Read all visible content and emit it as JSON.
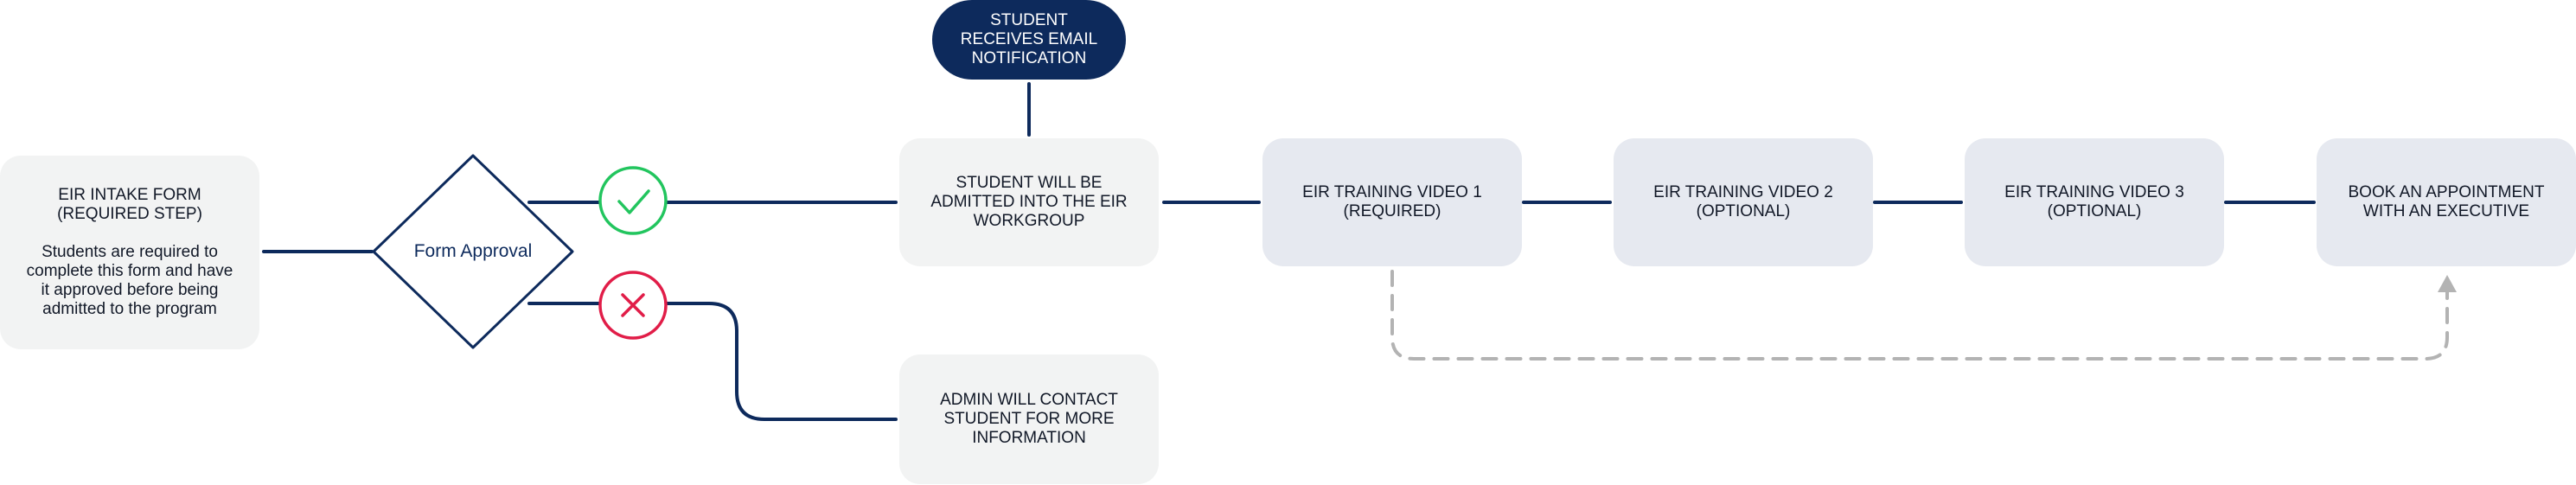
{
  "nodes": {
    "intake": {
      "title_lines": [
        "EIR INTAKE FORM",
        "(REQUIRED STEP)"
      ],
      "desc_lines": [
        "Students are required to",
        "complete this form and have",
        "it approved before being",
        "admitted to the program"
      ]
    },
    "decision": {
      "label": "Form Approval"
    },
    "email": {
      "lines": [
        "STUDENT",
        "RECEIVES EMAIL",
        "NOTIFICATION"
      ]
    },
    "admitted": {
      "lines": [
        "STUDENT WILL BE",
        "ADMITTED INTO THE EIR",
        "WORKGROUP"
      ]
    },
    "admin": {
      "lines": [
        "ADMIN WILL CONTACT",
        "STUDENT FOR MORE",
        "INFORMATION"
      ]
    },
    "video1": {
      "lines": [
        "EIR TRAINING VIDEO 1",
        "(REQUIRED)"
      ]
    },
    "video2": {
      "lines": [
        "EIR TRAINING VIDEO 2",
        "(OPTIONAL)"
      ]
    },
    "video3": {
      "lines": [
        "EIR TRAINING VIDEO 3",
        "(OPTIONAL)"
      ]
    },
    "appointment": {
      "lines": [
        "BOOK AN APPOINTMENT",
        "WITH AN EXECUTIVE"
      ]
    }
  },
  "colors": {
    "connector": "#0d2a5c",
    "approve": "#22c55e",
    "reject": "#e11d48",
    "optional_path": "#b3b3b3"
  },
  "icons": {
    "approve": "check-icon",
    "reject": "x-icon",
    "optional_arrow": "arrow-up-icon"
  }
}
